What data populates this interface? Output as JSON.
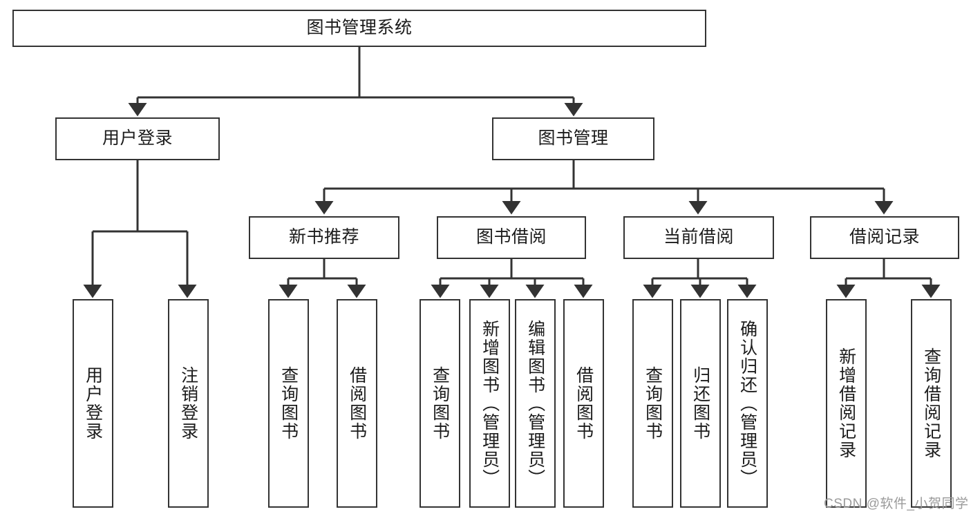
{
  "diagram": {
    "type": "tree-hierarchy-chart",
    "title": "图书管理系统",
    "watermark": "CSDN @软件_小贺同学",
    "colors": {
      "border": "#333333",
      "fill": "#ffffff",
      "text": "#1b1b1b",
      "watermark": "#9a9a9a"
    },
    "levels": {
      "root": {
        "label": "图书管理系统"
      },
      "level2": [
        {
          "id": "user-login",
          "label": "用户登录"
        },
        {
          "id": "book-management",
          "label": "图书管理"
        }
      ],
      "level3": [
        {
          "id": "new-book-recommend",
          "label": "新书推荐",
          "parent": "book-management"
        },
        {
          "id": "book-borrow",
          "label": "图书借阅",
          "parent": "book-management"
        },
        {
          "id": "current-borrow",
          "label": "当前借阅",
          "parent": "book-management"
        },
        {
          "id": "borrow-record",
          "label": "借阅记录",
          "parent": "book-management"
        }
      ],
      "leaves": [
        {
          "id": "leaf-user-login",
          "label": "用户登录",
          "parent": "user-login"
        },
        {
          "id": "leaf-logout-login",
          "label": "注销登录",
          "parent": "user-login"
        },
        {
          "id": "leaf-query-book-1",
          "label": "查询图书",
          "parent": "new-book-recommend"
        },
        {
          "id": "leaf-borrow-book-1",
          "label": "借阅图书",
          "parent": "new-book-recommend"
        },
        {
          "id": "leaf-query-book-2",
          "label": "查询图书",
          "parent": "book-borrow"
        },
        {
          "id": "leaf-add-book",
          "label": "新增图书（管理员）",
          "parent": "book-borrow"
        },
        {
          "id": "leaf-edit-book",
          "label": "编辑图书（管理员）",
          "parent": "book-borrow"
        },
        {
          "id": "leaf-borrow-book-2",
          "label": "借阅图书",
          "parent": "book-borrow"
        },
        {
          "id": "leaf-query-book-3",
          "label": "查询图书",
          "parent": "current-borrow"
        },
        {
          "id": "leaf-return-book",
          "label": "归还图书",
          "parent": "current-borrow"
        },
        {
          "id": "leaf-confirm-return",
          "label": "确认归还（管理员）",
          "parent": "current-borrow"
        },
        {
          "id": "leaf-add-record",
          "label": "新增借阅记录",
          "parent": "borrow-record"
        },
        {
          "id": "leaf-query-record",
          "label": "查询借阅记录",
          "parent": "borrow-record"
        }
      ]
    }
  }
}
